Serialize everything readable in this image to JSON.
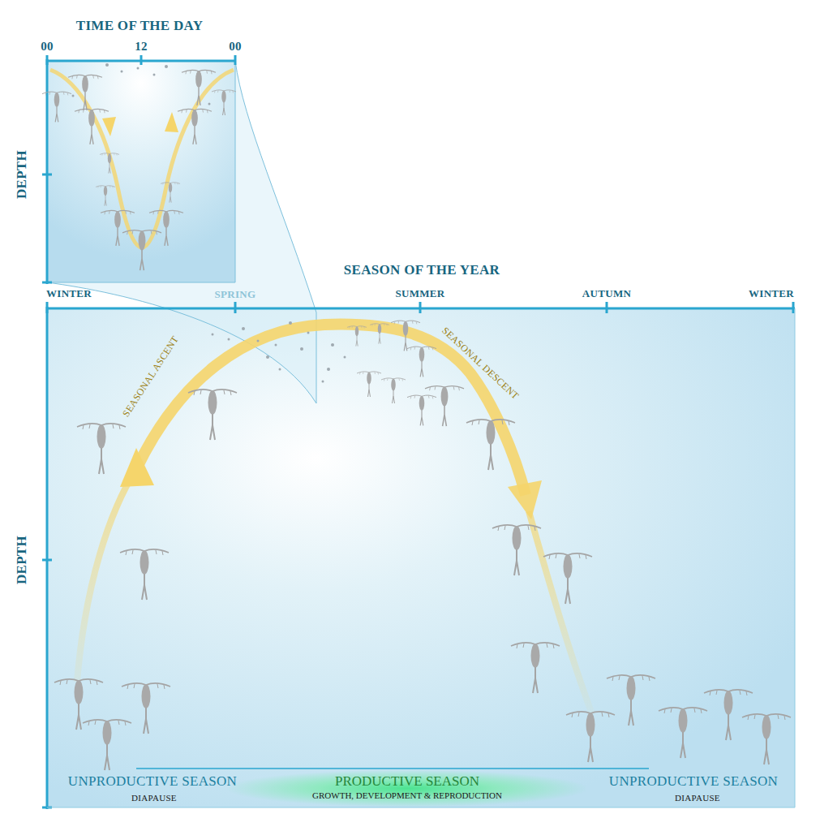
{
  "diagram": {
    "nodes": [
      {
        "text": [
          "PRODUCTIVE SEASON",
          "GROWTH, DEVELOPMENT & REPRODUCTION"
        ]
      }
    ],
    "labels": [
      "TIME OF THE DAY",
      "00",
      "12",
      "00",
      "DEPTH",
      "SEASON OF THE YEAR",
      "WINTER",
      "SPRING",
      "SUMMER",
      "AUTUMN",
      "WINTER",
      "DEPTH",
      "SEASONAL ASCENT",
      "SEASONAL DESCENT",
      "UNPRODUCTIVE SEASON",
      "DIAPAUSE",
      "UNPRODUCTIVE SEASON",
      "DIAPAUSE"
    ]
  }
}
